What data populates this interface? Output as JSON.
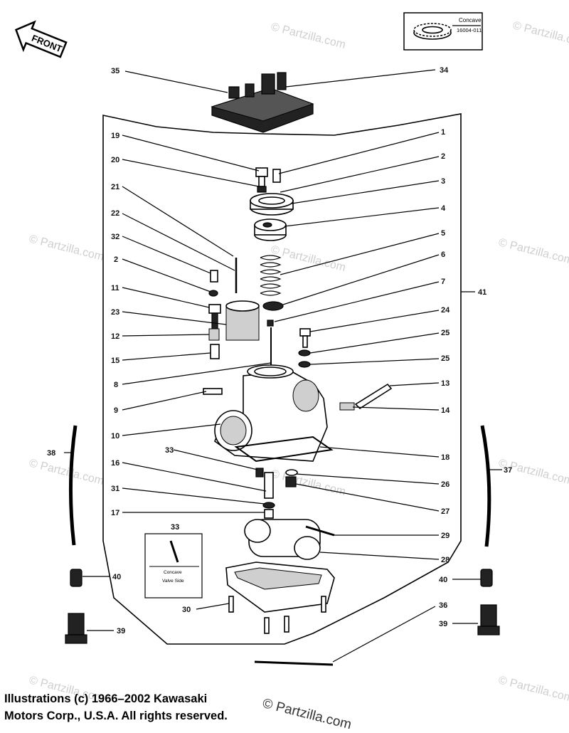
{
  "front_label": "FRONT",
  "inset_note": {
    "title": "Concave",
    "part_no": "16004-011"
  },
  "inset_33": {
    "label": "33",
    "note_line1": "Concave",
    "note_line2": "Valve Side"
  },
  "callouts": [
    "1",
    "2",
    "3",
    "4",
    "5",
    "6",
    "7",
    "24",
    "25",
    "25",
    "13",
    "14",
    "18",
    "26",
    "27",
    "29",
    "28",
    "37",
    "40",
    "39",
    "36",
    "41",
    "35",
    "34",
    "19",
    "20",
    "21",
    "22",
    "32",
    "2",
    "11",
    "23",
    "12",
    "15",
    "8",
    "9",
    "10",
    "33",
    "16",
    "31",
    "17",
    "38",
    "40",
    "30",
    "39"
  ],
  "watermark": "© Partzilla.com",
  "copyright": {
    "line1": "Illustrations (c) 1966–2002 Kawasaki",
    "line2": "Motors Corp., U.S.A.  All rights reserved."
  },
  "colors": {
    "ink": "#000000",
    "watermark": "#cfcfcf",
    "background": "#ffffff"
  }
}
